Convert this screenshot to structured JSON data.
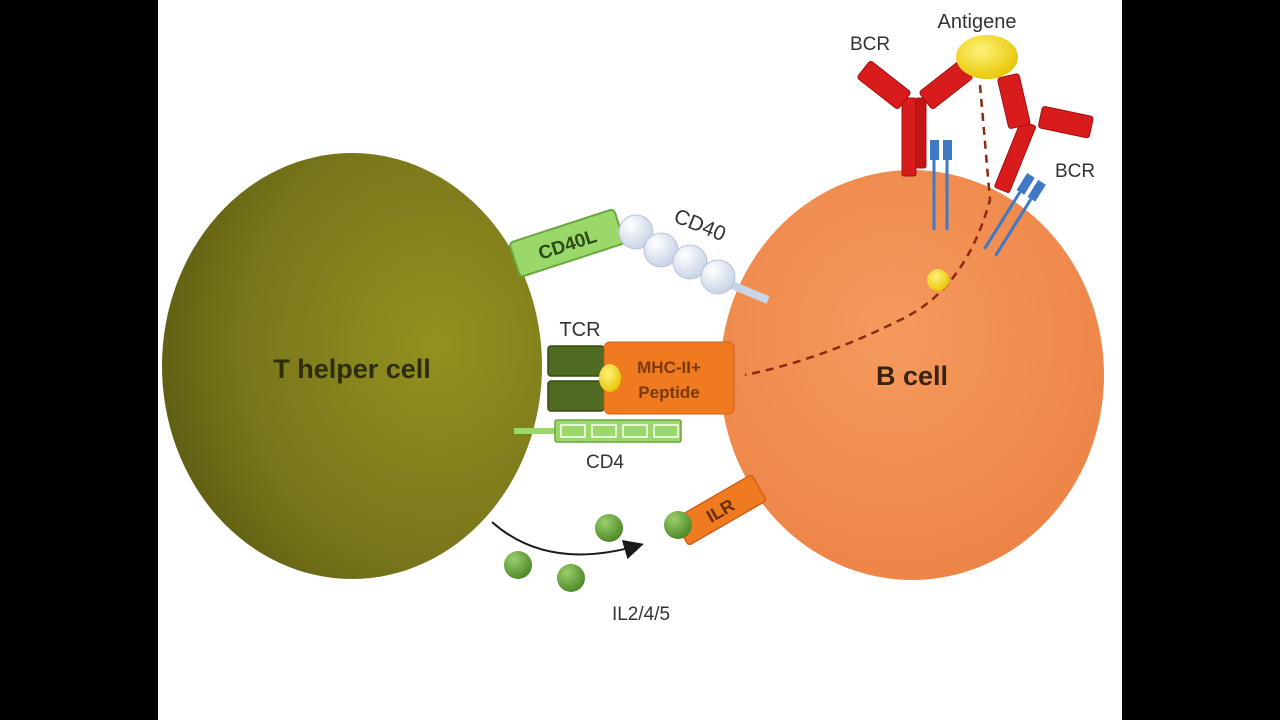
{
  "diagram": {
    "t_cell_label": "T helper cell",
    "b_cell_label": "B cell",
    "cd40l_label": "CD40L",
    "cd40_label": "CD40",
    "tcr_label": "TCR",
    "mhc_line1": "MHC-II+",
    "mhc_line2": "Peptide",
    "cd4_label": "CD4",
    "ilr_label": "ILR",
    "il_label": "IL2/4/5",
    "antigen_label": "Antigene",
    "bcr_label_1": "BCR",
    "bcr_label_2": "BCR"
  },
  "colors": {
    "t_cell": "#7a7a1c",
    "b_cell": "#f08a4b",
    "bcr": "#d81c1c",
    "antigen": "#f2d51a",
    "cd40l": "#9bd86a",
    "cd40": "#e8eef8",
    "tcr": "#4f6b22",
    "mhc": "#f07a1f",
    "signal_beads": "#6aa33a"
  }
}
